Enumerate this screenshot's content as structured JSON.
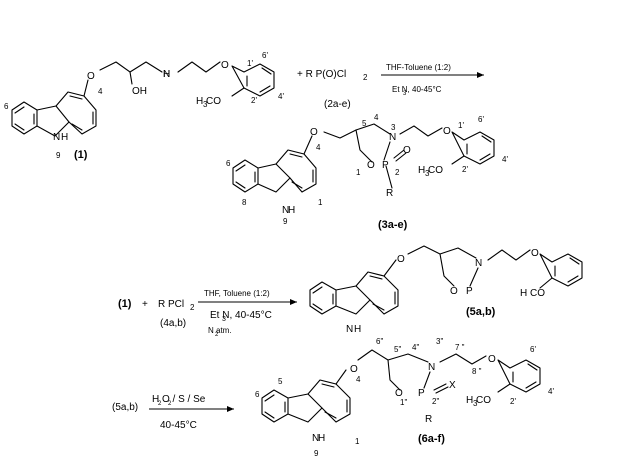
{
  "reaction1": {
    "compound_label": "(1)",
    "plus_reagent": "+ R P(O)Cl",
    "subscript_2": "2",
    "reagent_label": "(2a-e)",
    "conditions_top": "THF-Toluene (1:2)",
    "conditions_bottom": "Et N,  40-45°C",
    "conditions_bottom_sub": "3",
    "product_label": "(3a-e)",
    "atoms": {
      "O": "O",
      "OH": "OH",
      "NH": "H",
      "N": "N",
      "H": "H",
      "H3CO": "H CO",
      "H3_sub": "3",
      "P": "P",
      "O_dbl": "O",
      "R": "R"
    },
    "nums": {
      "n4": "4",
      "n6": "6",
      "n9": "9",
      "n1p": "1'",
      "n2p": "2'",
      "n4p": "4'",
      "n6p": "6'",
      "n5": "5",
      "n3": "3",
      "n1": "1",
      "n2": "2",
      "n8": "8",
      "n1b": "1"
    }
  },
  "reaction2": {
    "reactant": "(1)",
    "plus": "+",
    "reagent": "R PCl",
    "reagent_sub": "2",
    "reagent_label": "(4a,b)",
    "conditions_top": "THF, Toluene (1:2)",
    "conditions_mid": "Et N,  40-45°C",
    "conditions_mid_sub": "3",
    "conditions_bottom": "N  atm.",
    "conditions_bottom_sub": "2",
    "product_label": "(5a,b)",
    "atoms": {
      "O": "O",
      "N": "N",
      "P": "P",
      "H": "H",
      "H2CO": "H CO"
    }
  },
  "reaction3": {
    "reactant": "(5a,b)",
    "conditions_top": "H O  / S / Se",
    "conditions_top_sub1": "2",
    "conditions_top_sub2": "2",
    "conditions_bottom": "40-45°C",
    "product_label": "(6a-f)",
    "atoms": {
      "O": "O",
      "N": "N",
      "P": "P",
      "X": "X",
      "R": "R",
      "H": "H",
      "H3CO": "H CO",
      "H3_sub": "3"
    },
    "nums": {
      "n6dd": "6\"",
      "n5dd": "5\"",
      "n4dd": "4\"",
      "n3dd": "3\"",
      "n7dd": "7 \"",
      "n8dd": "8 \"",
      "n1dd": "1\"",
      "n2dd": "2\"",
      "n5": "5",
      "n6": "6",
      "n4": "4",
      "n1": "1",
      "n9": "9",
      "n6p": "6'",
      "n2p": "2'",
      "n4p": "4'"
    }
  }
}
